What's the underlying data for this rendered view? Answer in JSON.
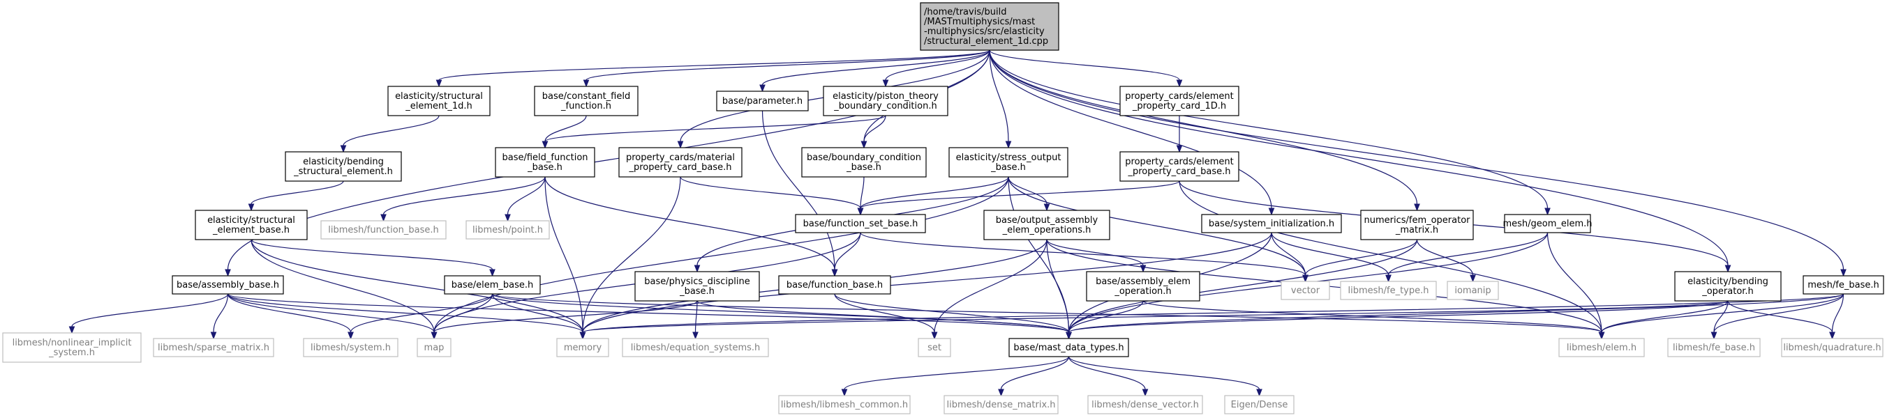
{
  "colors": {
    "edge": "#191970",
    "root_fill": "#bfbfbf",
    "internal_border": "#000000",
    "external_border": "#bfbfbf",
    "external_text": "#7f7f7f"
  },
  "root": {
    "id": "root",
    "lines": [
      "/home/travis/build",
      "/MASTmultiphysics/mast",
      "-multiphysics/src/elasticity",
      "/structural_element_1d.cpp"
    ]
  },
  "nodes": [
    {
      "id": "es1d",
      "lines": [
        "elasticity/structural",
        "_element_1d.h"
      ],
      "kind": "primary"
    },
    {
      "id": "cff",
      "lines": [
        "base/constant_field",
        "_function.h"
      ],
      "kind": "primary"
    },
    {
      "id": "param",
      "lines": [
        "base/parameter.h"
      ],
      "kind": "primary"
    },
    {
      "id": "pist",
      "lines": [
        "elasticity/piston_theory",
        "_boundary_condition.h"
      ],
      "kind": "primary"
    },
    {
      "id": "pced1d",
      "lines": [
        "property_cards/element",
        "_property_card_1D.h"
      ],
      "kind": "primary"
    },
    {
      "id": "bse",
      "lines": [
        "elasticity/bending",
        "_structural_element.h"
      ],
      "kind": "primary"
    },
    {
      "id": "ffb",
      "lines": [
        "base/field_function",
        "_base.h"
      ],
      "kind": "primary"
    },
    {
      "id": "pcmat",
      "lines": [
        "property_cards/material",
        "_property_card_base.h"
      ],
      "kind": "primary"
    },
    {
      "id": "bcb",
      "lines": [
        "base/boundary_condition",
        "_base.h"
      ],
      "kind": "primary"
    },
    {
      "id": "so",
      "lines": [
        "elasticity/stress_output",
        "_base.h"
      ],
      "kind": "primary"
    },
    {
      "id": "pcedb",
      "lines": [
        "property_cards/element",
        "_property_card_base.h"
      ],
      "kind": "primary"
    },
    {
      "id": "seb",
      "lines": [
        "elasticity/structural",
        "_element_base.h"
      ],
      "kind": "primary"
    },
    {
      "id": "lfb",
      "lines": [
        "libmesh/function_base.h"
      ],
      "kind": "external"
    },
    {
      "id": "lpt",
      "lines": [
        "libmesh/point.h"
      ],
      "kind": "external"
    },
    {
      "id": "fsb",
      "lines": [
        "base/function_set_base.h"
      ],
      "kind": "primary"
    },
    {
      "id": "oae",
      "lines": [
        "base/output_assembly",
        "_elem_operations.h"
      ],
      "kind": "primary"
    },
    {
      "id": "sysinit",
      "lines": [
        "base/system_initialization.h"
      ],
      "kind": "primary"
    },
    {
      "id": "femop",
      "lines": [
        "numerics/fem_operator",
        "_matrix.h"
      ],
      "kind": "primary"
    },
    {
      "id": "geom",
      "lines": [
        "mesh/geom_elem.h"
      ],
      "kind": "primary"
    },
    {
      "id": "asmb",
      "lines": [
        "base/assembly_base.h"
      ],
      "kind": "primary"
    },
    {
      "id": "elemb",
      "lines": [
        "base/elem_base.h"
      ],
      "kind": "primary"
    },
    {
      "id": "phys",
      "lines": [
        "base/physics_discipline",
        "_base.h"
      ],
      "kind": "primary"
    },
    {
      "id": "fb",
      "lines": [
        "base/function_base.h"
      ],
      "kind": "primary"
    },
    {
      "id": "aeo",
      "lines": [
        "base/assembly_elem",
        "_operation.h"
      ],
      "kind": "primary"
    },
    {
      "id": "vec",
      "lines": [
        "vector"
      ],
      "kind": "external"
    },
    {
      "id": "fetype",
      "lines": [
        "libmesh/fe_type.h"
      ],
      "kind": "external"
    },
    {
      "id": "ioman",
      "lines": [
        "iomanip"
      ],
      "kind": "external"
    },
    {
      "id": "bop",
      "lines": [
        "elasticity/bending",
        "_operator.h"
      ],
      "kind": "primary"
    },
    {
      "id": "feb",
      "lines": [
        "mesh/fe_base.h"
      ],
      "kind": "primary"
    },
    {
      "id": "lnis",
      "lines": [
        "libmesh/nonlinear_implicit",
        "_system.h"
      ],
      "kind": "external"
    },
    {
      "id": "lspm",
      "lines": [
        "libmesh/sparse_matrix.h"
      ],
      "kind": "external"
    },
    {
      "id": "lsys",
      "lines": [
        "libmesh/system.h"
      ],
      "kind": "external"
    },
    {
      "id": "map",
      "lines": [
        "map"
      ],
      "kind": "external"
    },
    {
      "id": "mem",
      "lines": [
        "memory"
      ],
      "kind": "external"
    },
    {
      "id": "leqs",
      "lines": [
        "libmesh/equation_systems.h"
      ],
      "kind": "external"
    },
    {
      "id": "set",
      "lines": [
        "set"
      ],
      "kind": "external"
    },
    {
      "id": "mdt",
      "lines": [
        "base/mast_data_types.h"
      ],
      "kind": "primary"
    },
    {
      "id": "lelem",
      "lines": [
        "libmesh/elem.h"
      ],
      "kind": "external"
    },
    {
      "id": "lfeb",
      "lines": [
        "libmesh/fe_base.h"
      ],
      "kind": "external"
    },
    {
      "id": "lquad",
      "lines": [
        "libmesh/quadrature.h"
      ],
      "kind": "external"
    },
    {
      "id": "lcom",
      "lines": [
        "libmesh/libmesh_common.h"
      ],
      "kind": "external"
    },
    {
      "id": "ldm",
      "lines": [
        "libmesh/dense_matrix.h"
      ],
      "kind": "external"
    },
    {
      "id": "ldv",
      "lines": [
        "libmesh/dense_vector.h"
      ],
      "kind": "external"
    },
    {
      "id": "eig",
      "lines": [
        "Eigen/Dense"
      ],
      "kind": "external"
    }
  ],
  "edges": [
    [
      "root",
      "es1d"
    ],
    [
      "root",
      "cff"
    ],
    [
      "root",
      "param"
    ],
    [
      "root",
      "pist"
    ],
    [
      "root",
      "pced1d"
    ],
    [
      "root",
      "pcmat"
    ],
    [
      "root",
      "bcb"
    ],
    [
      "root",
      "so"
    ],
    [
      "root",
      "sysinit"
    ],
    [
      "root",
      "femop"
    ],
    [
      "root",
      "geom"
    ],
    [
      "root",
      "asmb"
    ],
    [
      "root",
      "bop"
    ],
    [
      "root",
      "feb"
    ],
    [
      "es1d",
      "bse"
    ],
    [
      "bse",
      "seb"
    ],
    [
      "cff",
      "ffb"
    ],
    [
      "pist",
      "ffb"
    ],
    [
      "pist",
      "bcb"
    ],
    [
      "param",
      "fb"
    ],
    [
      "ffb",
      "lfb"
    ],
    [
      "ffb",
      "lpt"
    ],
    [
      "ffb",
      "fb"
    ],
    [
      "ffb",
      "mem"
    ],
    [
      "pcmat",
      "fsb"
    ],
    [
      "pcmat",
      "mem"
    ],
    [
      "bcb",
      "fsb"
    ],
    [
      "so",
      "oae"
    ],
    [
      "so",
      "phys"
    ],
    [
      "so",
      "mdt"
    ],
    [
      "so",
      "vec"
    ],
    [
      "so",
      "map"
    ],
    [
      "so",
      "fsb"
    ],
    [
      "pced1d",
      "pcedb"
    ],
    [
      "pcedb",
      "fsb"
    ],
    [
      "pcedb",
      "lelem"
    ],
    [
      "pcedb",
      "bop"
    ],
    [
      "seb",
      "elemb"
    ],
    [
      "seb",
      "map"
    ],
    [
      "seb",
      "mem"
    ],
    [
      "fsb",
      "fb"
    ],
    [
      "fsb",
      "map"
    ],
    [
      "fsb",
      "vec"
    ],
    [
      "oae",
      "aeo"
    ],
    [
      "oae",
      "mdt"
    ],
    [
      "oae",
      "mem"
    ],
    [
      "oae",
      "set"
    ],
    [
      "oae",
      "lelem"
    ],
    [
      "sysinit",
      "vec"
    ],
    [
      "sysinit",
      "fetype"
    ],
    [
      "sysinit",
      "mdt"
    ],
    [
      "sysinit",
      "mem"
    ],
    [
      "femop",
      "vec"
    ],
    [
      "femop",
      "ioman"
    ],
    [
      "femop",
      "mdt"
    ],
    [
      "geom",
      "fetype"
    ],
    [
      "geom",
      "lelem"
    ],
    [
      "geom",
      "mdt"
    ],
    [
      "asmb",
      "lnis"
    ],
    [
      "asmb",
      "lspm"
    ],
    [
      "asmb",
      "lsys"
    ],
    [
      "asmb",
      "map"
    ],
    [
      "asmb",
      "mem"
    ],
    [
      "asmb",
      "mdt"
    ],
    [
      "elemb",
      "lsys"
    ],
    [
      "elemb",
      "map"
    ],
    [
      "elemb",
      "mem"
    ],
    [
      "elemb",
      "mdt"
    ],
    [
      "elemb",
      "lelem"
    ],
    [
      "phys",
      "leqs"
    ],
    [
      "phys",
      "map"
    ],
    [
      "phys",
      "mdt"
    ],
    [
      "fb",
      "set"
    ],
    [
      "fb",
      "mdt"
    ],
    [
      "aeo",
      "mdt"
    ],
    [
      "aeo",
      "lelem"
    ],
    [
      "bop",
      "mdt"
    ],
    [
      "bop",
      "lelem"
    ],
    [
      "bop",
      "lfeb"
    ],
    [
      "bop",
      "lquad"
    ],
    [
      "bop",
      "mem"
    ],
    [
      "feb",
      "lfeb"
    ],
    [
      "feb",
      "lquad"
    ],
    [
      "feb",
      "lelem"
    ],
    [
      "feb",
      "mdt"
    ],
    [
      "feb",
      "mem"
    ],
    [
      "mdt",
      "lcom"
    ],
    [
      "mdt",
      "ldm"
    ],
    [
      "mdt",
      "ldv"
    ],
    [
      "mdt",
      "eig"
    ]
  ]
}
